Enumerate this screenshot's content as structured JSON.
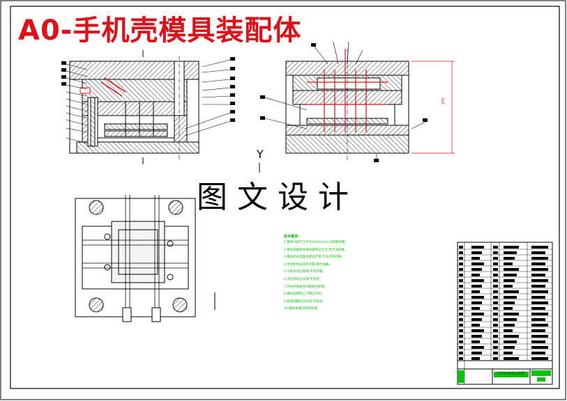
{
  "drawing": {
    "title": "A0-手机壳模具装配体",
    "watermark": "图文设计",
    "view_marker": "Y",
    "dimension_label": "270",
    "notes_heading": "技术要求:",
    "notes": [
      "1.零件外形尺寸不大于0.01mm,否则需修整。",
      "2.模具装配后各滑动部件应灵活,无卡滞现象。",
      "3.模具的分型面应配合严密,不允许有间隙。",
      "4.顶出机构应动作可靠,复位准确。",
      "5.冷却水道应畅通,不得渗漏。",
      "6.浇注系统应光滑,无毛刺。",
      "7.导柱导套配合间隙符合要求。",
      "8.模具合模后上下模应对齐。",
      "9.各紧固螺钉应拧紧,无松动。",
      "10.模具表面应防锈处理。"
    ],
    "title_block": {
      "drawing_name": "手机壳模具装配图"
    }
  },
  "colors": {
    "title": "#e0101a",
    "notes": "#10c010",
    "outline": "#000000",
    "hatch": "#000000",
    "red_lines": "#e01010"
  }
}
